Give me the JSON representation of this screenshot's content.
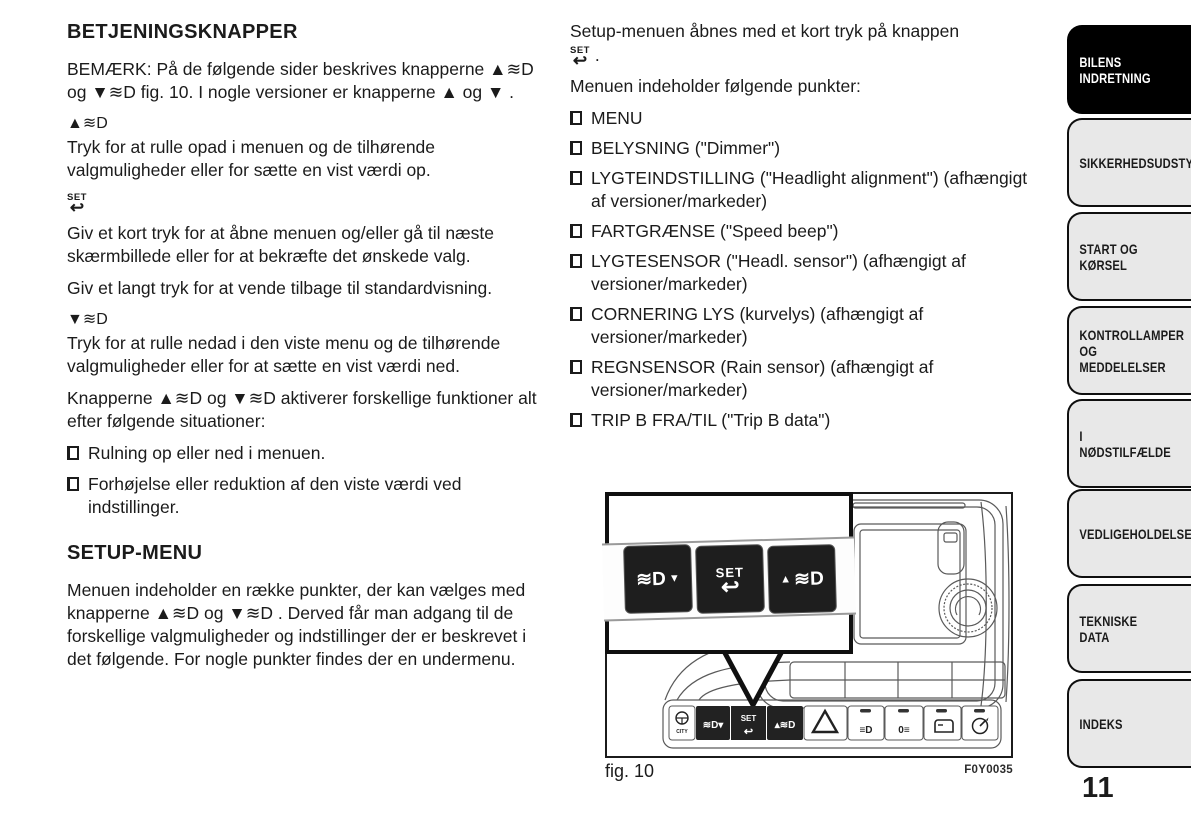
{
  "page": {
    "number": "11"
  },
  "left_column": {
    "heading1": "BETJENINGSKNAPPER",
    "p1": "BEMÆRK: På de følgende sider beskrives knapperne ▲≋D og ▼≋D fig. 10. I nogle versioner er knapperne ▲ og ▼ .",
    "icon_up_label": "▲≋D",
    "p2": "Tryk for at rulle opad i menuen og de tilhørende valgmuligheder eller for sætte en vist værdi op.",
    "p3": "Giv et kort tryk for at åbne menuen og/eller gå til næste skærmbillede eller for at bekræfte det ønskede valg.",
    "p4": "Giv et langt tryk for at vende tilbage til standardvisning.",
    "icon_down_label": "▼≋D",
    "p5": "Tryk for at rulle nedad i den viste menu og de tilhørende valgmuligheder eller for at sætte en vist værdi ned.",
    "p6": "Knapperne ▲≋D og ▼≋D aktiverer forskellige funktioner alt efter følgende situationer:",
    "bullet1": "Rulning op eller ned i menuen.",
    "bullet2": "Forhøjelse eller reduktion af den viste værdi ved indstillinger.",
    "heading2": "SETUP-MENU",
    "p7": "Menuen indeholder en række punkter, der kan vælges med knapperne ▲≋D og ▼≋D . Derved får man adgang til de forskellige valgmuligheder og indstillinger der er beskrevet i det følgende. For nogle punkter findes der en undermenu."
  },
  "set_icon": {
    "label": "SET",
    "arrow": "↩"
  },
  "middle_column": {
    "p1": "Setup-menuen åbnes med et kort tryk på knappen",
    "p1_period": " .",
    "p2": "Menuen indeholder følgende punkter:",
    "menu_items": [
      "MENU",
      "BELYSNING (\"Dimmer\")",
      "LYGTEINDSTILLING (\"Headlight alignment\") (afhængigt af versioner/markeder)",
      "FARTGRÆNSE (\"Speed beep\")",
      "LYGTESENSOR (\"Headl. sensor\") (afhængigt af versioner/markeder)",
      "CORNERING LYS (kurvelys) (afhængigt af versioner/markeder)",
      "REGNSENSOR (Rain sensor) (afhængigt af versioner/markeder)",
      "TRIP B FRA/TIL (\"Trip B data\")"
    ]
  },
  "figure": {
    "caption": "fig. 10",
    "code": "F0Y0035",
    "callout": {
      "down_main": "≋D",
      "down_tri": "▼",
      "set_label": "SET",
      "set_arrow": "↩",
      "up_tri": "▲",
      "up_main": "≋D"
    },
    "console": {
      "city": "CITY",
      "down": "≋D▾",
      "set": "SET",
      "set_arrow": "↩",
      "up": "▴≋D",
      "fog_front": "≡D",
      "fog_rear": "0≡"
    }
  },
  "sidebar": {
    "tabs": [
      {
        "label": "BILENS\nINDRETNING",
        "active": true
      },
      {
        "label": "SIKKERHEDSUDSTYR",
        "active": false
      },
      {
        "label": "START OG KØRSEL",
        "active": false
      },
      {
        "label": "KONTROLLAMPER\nOG MEDDELELSER",
        "active": false
      },
      {
        "label": "I NØDSTILFÆLDE",
        "active": false
      },
      {
        "label": "VEDLIGEHOLDELSE",
        "active": false
      },
      {
        "label": "TEKNISKE DATA",
        "active": false
      },
      {
        "label": "INDEKS",
        "active": false
      }
    ]
  }
}
